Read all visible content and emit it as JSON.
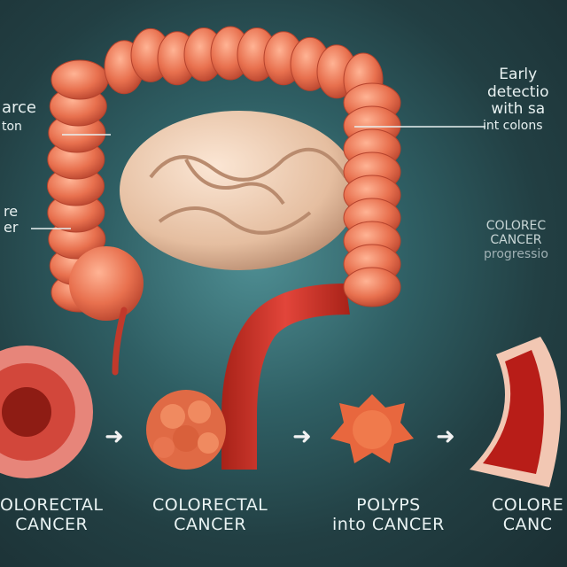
{
  "left_labels": [
    {
      "lines": [
        "arce",
        "ton"
      ]
    },
    {
      "lines": [
        "re",
        "er"
      ]
    }
  ],
  "right_labels": {
    "top": [
      "Early",
      "detectio",
      "with sa",
      "int colons"
    ],
    "middle": [
      "COLOREC",
      "CANCER",
      "progressio"
    ]
  },
  "captions": [
    {
      "line1": "OLORECTAL",
      "line2": "CANCER"
    },
    {
      "line1": "COLORECTAL",
      "line2": "CANCER"
    },
    {
      "line1": "POLYPS",
      "line2": "into CANCER"
    },
    {
      "line1": "COLORE",
      "line2": "CANC"
    }
  ],
  "arrows": [
    "arrow-right-icon",
    "arrow-right-icon",
    "arrow-right-icon"
  ],
  "colors": {
    "colon": "#e8714f",
    "intestine": "#e8c4a8",
    "rectum": "#d6362a",
    "background": "#2a4a4e"
  }
}
